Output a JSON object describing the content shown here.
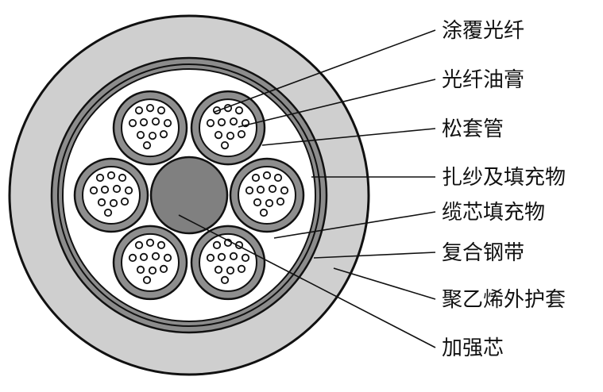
{
  "labels": {
    "coated_fiber": "涂覆光纤",
    "fiber_gel": "光纤油膏",
    "loose_tube": "松套管",
    "binder_and_filler": "扎纱及填充物",
    "cable_core_filler": "缆芯填充物",
    "composite_steel_tape": "复合钢带",
    "pe_outer_sheath": "聚乙烯外护套",
    "strength_member": "加强芯"
  },
  "colors": {
    "outer_sheath": "#cfcfcf",
    "steel_tape": "#8c8c8c",
    "core_fill": "#ffffff",
    "tube_wall": "#8e8e8e",
    "gel": "#ffffff",
    "strength_member": "#808080",
    "outline": "#111111"
  },
  "loose_tube_count": 6,
  "fibers_per_tube": 10
}
